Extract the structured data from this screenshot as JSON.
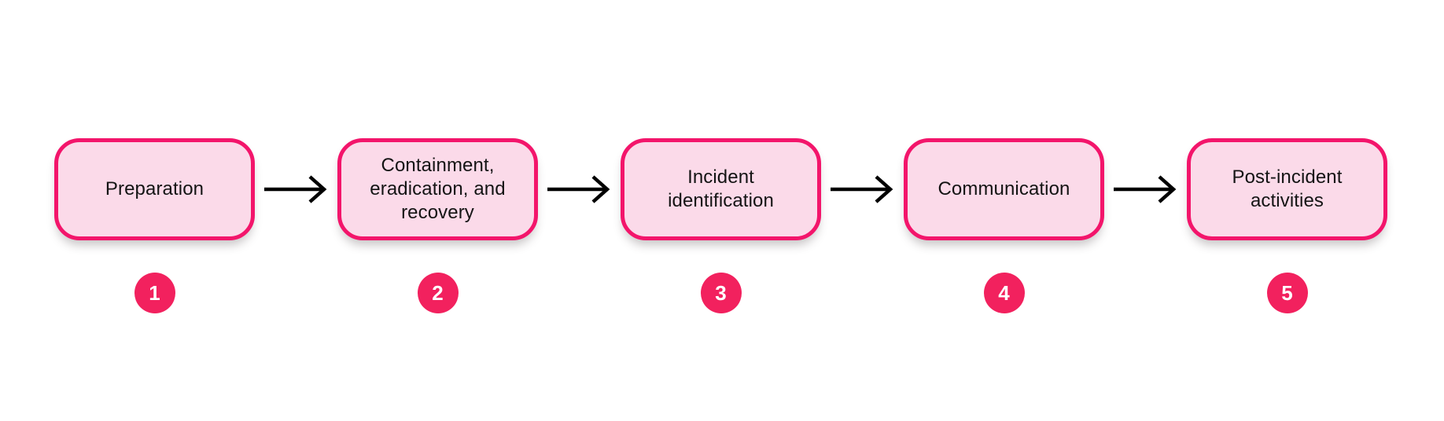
{
  "diagram": {
    "type": "process-flow",
    "direction": "left-to-right",
    "stages": [
      {
        "number": "1",
        "label": "Preparation"
      },
      {
        "number": "2",
        "label": "Containment, eradication, and recovery"
      },
      {
        "number": "3",
        "label": "Incident identification"
      },
      {
        "number": "4",
        "label": "Communication"
      },
      {
        "number": "5",
        "label": "Post-incident activities"
      }
    ],
    "connector_icon": "arrow-right",
    "colors": {
      "background": "#FFFFFF",
      "box_fill": "#FBDAE9",
      "box_border": "#F3156B",
      "box_text": "#141414",
      "badge_fill": "#F2215E",
      "badge_text": "#FFFFFF",
      "arrow": "#000000"
    }
  }
}
